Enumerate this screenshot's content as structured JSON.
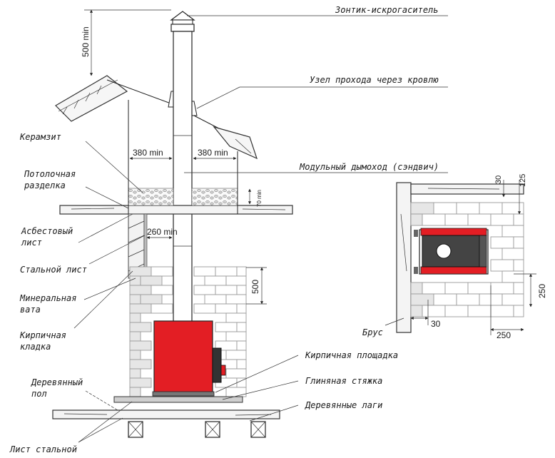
{
  "labels": {
    "spark_arrestor": "Зонтик-искрогаситель",
    "roof_passage": "Узел прохода через кровлю",
    "claydite": "Керамзит",
    "ceiling_cut_1": "Потолочная",
    "ceiling_cut_2": "разделка",
    "modular_chimney": "Модульный дымоход (сэндвич)",
    "asbestos_1": "Асбестовый",
    "asbestos_2": "лист",
    "steel_sheet": "Стальной лист",
    "mineral_1": "Минеральная",
    "mineral_2": "вата",
    "brickwork_1": "Кирпичная",
    "brickwork_2": "кладка",
    "brick_platform": "Кирпичная площадка",
    "clay_screed": "Глиняная стяжка",
    "wooden_joists": "Деревянные лаги",
    "wooden_floor_1": "Деревянный",
    "wooden_floor_2": "пол",
    "steel_sheet_floor": "Лист стальной",
    "beam": "Брус"
  },
  "dimensions": {
    "roof_clearance": "500 min",
    "left_gap": "380 min",
    "right_gap": "380 min",
    "claydite_height": "70 min",
    "wall_gap": "260 min",
    "wall_height": "500",
    "d30_top": "30",
    "d125": "125",
    "d250_right": "250",
    "d30_bottom": "30",
    "d250_bottom": "250"
  },
  "colors": {
    "stove_red": "#e31e24",
    "line": "#222222",
    "brick_grey": "#e6e6e6"
  }
}
